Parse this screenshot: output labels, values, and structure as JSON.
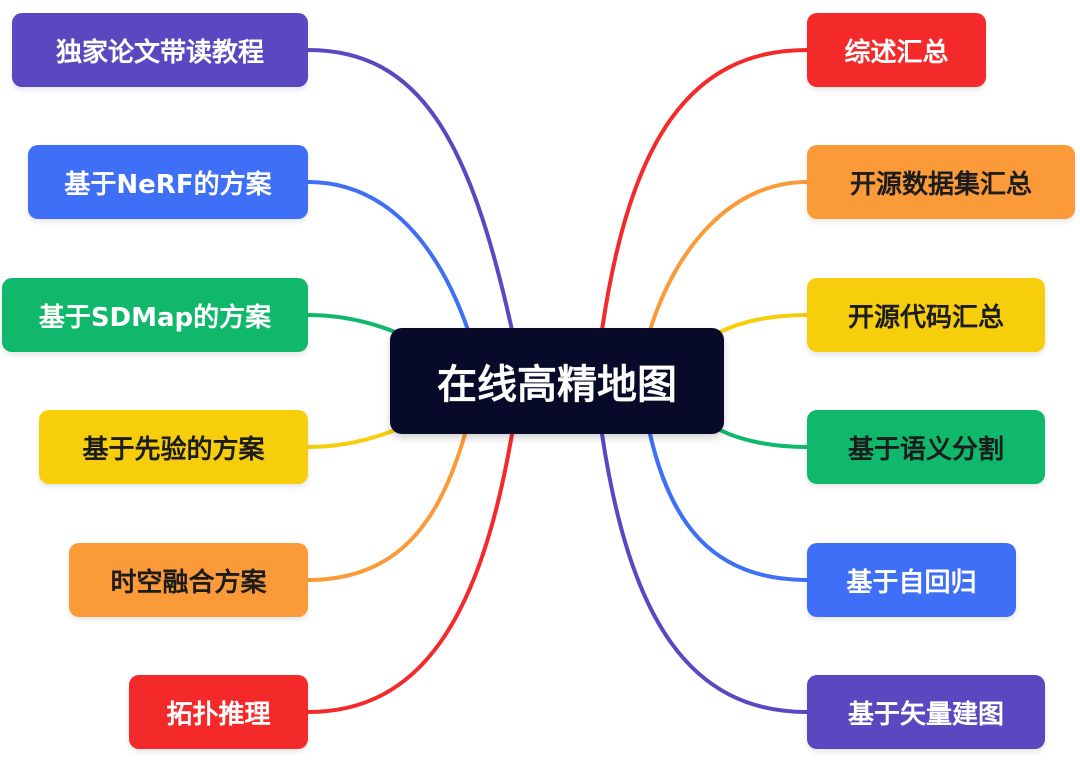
{
  "center": {
    "label": "在线高精地图",
    "color": "#070a29"
  },
  "left_branches": [
    {
      "label": "独家论文带读教程",
      "color": "#5a48c0"
    },
    {
      "label": "基于NeRF的方案",
      "color": "#3f6ef7"
    },
    {
      "label": "基于SDMap的方案",
      "color": "#0fb86a"
    },
    {
      "label": "基于先验的方案",
      "color": "#f7ce0c"
    },
    {
      "label": "时空融合方案",
      "color": "#fb9a38"
    },
    {
      "label": "拓扑推理",
      "color": "#f42a2a"
    }
  ],
  "right_branches": [
    {
      "label": "综述汇总",
      "color": "#f42a2a"
    },
    {
      "label": "开源数据集汇总",
      "color": "#fb9a38"
    },
    {
      "label": "开源代码汇总",
      "color": "#f7ce0c"
    },
    {
      "label": "基于语义分割",
      "color": "#0fb86a"
    },
    {
      "label": "基于自回归",
      "color": "#3f6ef7"
    },
    {
      "label": "基于矢量建图",
      "color": "#5a48c0"
    }
  ]
}
